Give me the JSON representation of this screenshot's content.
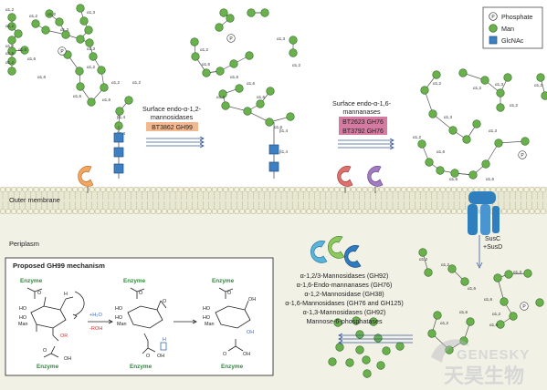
{
  "legend": {
    "items": [
      {
        "kind": "phosphate",
        "label": "Phosphate",
        "glyph": "P"
      },
      {
        "kind": "man",
        "label": "Man"
      },
      {
        "kind": "glcnac",
        "label": "GlcNAc"
      }
    ]
  },
  "colors": {
    "man": "#6ab04c",
    "manStroke": "#2f6b24",
    "glcnac": "#3d80c2",
    "membrane": "#e8e7d2",
    "periplasm": "#f2f1e6",
    "endo12": "#f2b88f",
    "endo16": "#d57aa0",
    "cyanGene": "#5bb3d8",
    "greenGene": "#8bc95f",
    "blueGene": "#2e7bbf",
    "purpleGene": "#a27bc2",
    "redGene": "#e0706b",
    "orangeGene": "#f3a660",
    "susc": "#2f7fbf"
  },
  "endo12": {
    "title_line1": "Surface endo-α-1,2-",
    "title_line2": "mannosidases",
    "gene": "BT3862 GH99"
  },
  "endo16": {
    "title_line1": "Surface endo-α-1,6-",
    "title_line2": "mannanases",
    "gene1": "BT2623 GH76",
    "gene2": "BT3792 GH76"
  },
  "membrane": {
    "outer": "Outer membrane",
    "periplasm": "Periplasm"
  },
  "susc": {
    "line1": "SusC",
    "line2": "+SusD"
  },
  "periplasm_list": [
    "α-1,2/3-Mannosidases (GH92)",
    "α-1,6-Endo-mannanases (GH76)",
    "α-1,2-Mannosidase (GH38)",
    "α-1,6-Mannosidases (GH76 and GH125)",
    "α-1,3-Mannosidases (GH92)",
    "Mannose-6-phosphatases"
  ],
  "mechanism": {
    "title": "Proposed GH99 mechanism",
    "enzyme": "Enzyme",
    "man": "Man",
    "ho": "HO",
    "oh": "OH",
    "h": "H",
    "o": "O",
    "or": "OR",
    "plus_water": "+H₂O",
    "minus_roh": "-ROH"
  },
  "glycans": {
    "tree1": {
      "residues": [
        [
          13,
          19
        ],
        [
          13,
          29
        ],
        [
          20,
          37
        ],
        [
          13,
          44
        ],
        [
          13,
          56
        ],
        [
          13,
          67
        ],
        [
          13,
          78
        ],
        [
          27,
          55
        ],
        [
          39,
          26
        ],
        [
          54,
          15
        ],
        [
          50,
          33
        ],
        [
          65,
          24
        ],
        [
          72,
          38
        ],
        [
          88,
          9
        ],
        [
          92,
          23
        ],
        [
          97,
          33
        ],
        [
          98,
          47
        ],
        [
          88,
          43
        ],
        [
          74,
          60
        ],
        [
          102,
          62
        ],
        [
          111,
          77
        ],
        [
          87,
          78
        ],
        [
          88,
          95
        ],
        [
          114,
          96
        ],
        [
          100,
          112
        ],
        [
          141,
          110
        ],
        [
          131,
          122
        ],
        [
          130,
          138
        ]
      ],
      "phos": [
        [
          68,
          56
        ]
      ],
      "links": [
        [
          "α1,2",
          6,
          12
        ],
        [
          "α1,2",
          6,
          30
        ],
        [
          "α1,2",
          6,
          52
        ],
        [
          "α1,2",
          6,
          70
        ],
        [
          "α1,6",
          6,
          60
        ],
        [
          "α1,6",
          20,
          56
        ],
        [
          "α1,6",
          30,
          66
        ],
        [
          "α1,6",
          41,
          86
        ],
        [
          "α1,3",
          66,
          34
        ],
        [
          "α1,2",
          52,
          17
        ],
        [
          "α1,2",
          32,
          19
        ],
        [
          "α1,3",
          95,
          15
        ],
        [
          "α1,3",
          95,
          55
        ],
        [
          "α1,2",
          95,
          75
        ],
        [
          "α1,2",
          122,
          92
        ],
        [
          "α1,6",
          80,
          107
        ],
        [
          "α1,6",
          112,
          111
        ],
        [
          "α1,2",
          145,
          92
        ],
        [
          "β1,4",
          128,
          130
        ],
        [
          "β1,4",
          128,
          148
        ]
      ]
    },
    "tree2": {
      "residues": [
        [
          245,
          14
        ],
        [
          275,
          14
        ],
        [
          290,
          14
        ],
        [
          321,
          44
        ],
        [
          213,
          46
        ],
        [
          214,
          62
        ],
        [
          226,
          80
        ],
        [
          241,
          78
        ],
        [
          244,
          103
        ],
        [
          247,
          116
        ],
        [
          252,
          20
        ],
        [
          240,
          30
        ],
        [
          273,
          61
        ],
        [
          256,
          70
        ],
        [
          262,
          97
        ],
        [
          285,
          114
        ],
        [
          296,
          100
        ],
        [
          321,
          58
        ],
        [
          271,
          122
        ],
        [
          295,
          134
        ],
        [
          318,
          128
        ]
      ],
      "phos": [
        [
          253,
          42
        ]
      ],
      "links": [
        [
          "α1,2",
          219,
          56
        ],
        [
          "α1,6",
          221,
          72
        ],
        [
          "α1,6",
          252,
          86
        ],
        [
          "α1,3",
          303,
          44
        ],
        [
          "α1,2",
          320,
          73
        ],
        [
          "α1,6",
          270,
          93
        ],
        [
          "α1,2",
          237,
          108
        ],
        [
          "α1,6",
          281,
          108
        ],
        [
          "α1,6",
          300,
          141
        ],
        [
          "β1,4",
          306,
          145
        ],
        [
          "β1,4",
          306,
          168
        ]
      ]
    },
    "tree3": {
      "residues": [
        [
          465,
          99
        ],
        [
          507,
          80
        ],
        [
          531,
          88
        ],
        [
          556,
          85
        ],
        [
          548,
          102
        ],
        [
          548,
          118
        ],
        [
          474,
          125
        ],
        [
          496,
          143
        ],
        [
          511,
          153
        ],
        [
          522,
          136
        ],
        [
          546,
          157
        ],
        [
          462,
          158
        ],
        [
          470,
          178
        ],
        [
          482,
          187
        ],
        [
          498,
          190
        ],
        [
          518,
          192
        ],
        [
          532,
          180
        ],
        [
          575,
          155
        ],
        [
          592,
          85
        ],
        [
          597,
          105
        ],
        [
          478,
          82
        ]
      ],
      "phos": [
        [
          572,
          170
        ]
      ],
      "links": [
        [
          "α1,2",
          474,
          93
        ],
        [
          "α1,2",
          518,
          98
        ],
        [
          "α1,3",
          542,
          94
        ],
        [
          "α1,2",
          558,
          117
        ],
        [
          "α1,3",
          486,
          130
        ],
        [
          "α1,3",
          535,
          145
        ],
        [
          "α1,6",
          478,
          168
        ],
        [
          "α1,6",
          492,
          198
        ],
        [
          "α1,6",
          532,
          198
        ],
        [
          "α1,2",
          452,
          152
        ],
        [
          "α1,2",
          585,
          95
        ]
      ]
    },
    "tree4": {
      "residues": [
        [
          463,
          277
        ],
        [
          469,
          299
        ],
        [
          495,
          295
        ],
        [
          509,
          309
        ],
        [
          545,
          305
        ],
        [
          552,
          331
        ],
        [
          562,
          347
        ],
        [
          548,
          356
        ],
        [
          515,
          353
        ],
        [
          508,
          374
        ],
        [
          479,
          346
        ],
        [
          473,
          366
        ],
        [
          492,
          384
        ],
        [
          557,
          301
        ],
        [
          578,
          300
        ],
        [
          591,
          332
        ]
      ],
      "phos": [
        [
          574,
          336
        ]
      ],
      "links": [
        [
          "α1,2",
          459,
          286
        ],
        [
          "α1,2",
          483,
          292
        ],
        [
          "α1,6",
          512,
          318
        ],
        [
          "α1,3",
          562,
          300
        ],
        [
          "α1,6",
          530,
          330
        ],
        [
          "α1,2",
          539,
          346
        ],
        [
          "α1,6",
          503,
          344
        ],
        [
          "α1,2",
          482,
          356
        ],
        [
          "α1,6",
          536,
          358
        ]
      ]
    },
    "free": [
      [
        370,
        354
      ],
      [
        390,
        352
      ],
      [
        409,
        353
      ],
      [
        394,
        367
      ],
      [
        414,
        371
      ],
      [
        372,
        381
      ],
      [
        394,
        384
      ],
      [
        364,
        397
      ],
      [
        383,
        398
      ],
      [
        401,
        395
      ],
      [
        423,
        385
      ],
      [
        438,
        380
      ],
      [
        417,
        401
      ],
      [
        402,
        410
      ]
    ]
  },
  "watermark": {
    "word": "GENESKY",
    "cjk": "天昊生物"
  }
}
